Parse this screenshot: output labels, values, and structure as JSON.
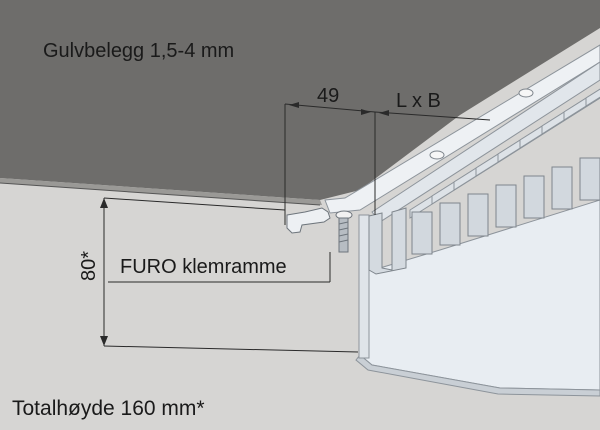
{
  "labels": {
    "floor_covering": "Gulvbelegg 1,5-4 mm",
    "dimension_width": "49",
    "dimension_size": "L x B",
    "frame_name": "FURO klemramme",
    "height": "80*",
    "total_height": "Totalhøyde 160 mm*"
  },
  "colors": {
    "floor_surface": "#6e6d6b",
    "concrete": "#d6d5d3",
    "steel": "#e6ebf0",
    "steel_edge": "#8d949b",
    "grating": "#dde2e7",
    "dimension_line": "#2a2a2a"
  }
}
